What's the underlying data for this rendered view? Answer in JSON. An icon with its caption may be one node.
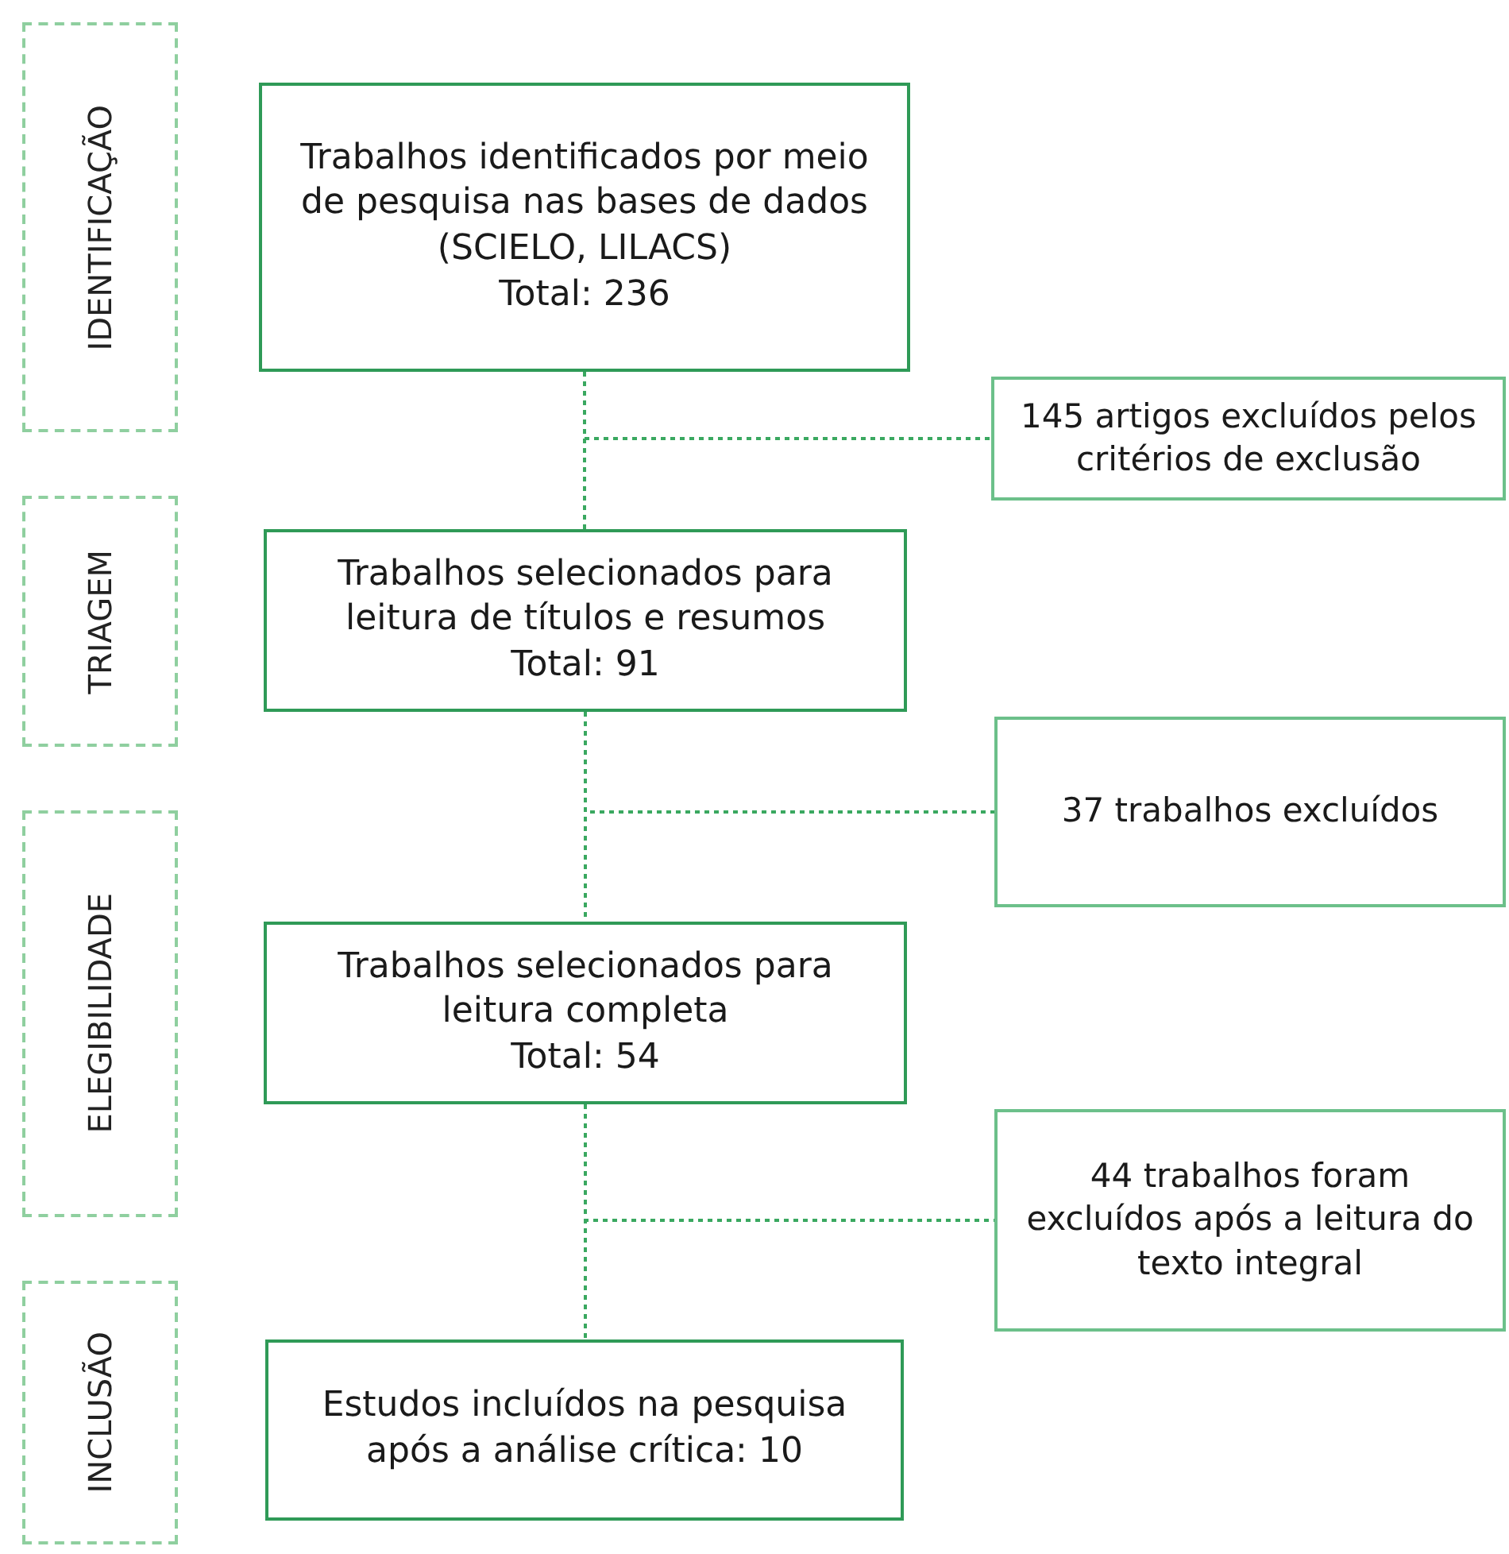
{
  "diagram": {
    "nodes": [
      {
        "text": [
          "IDENTIFICAÇÃO"
        ]
      },
      {
        "text": [
          "Trabalhos identificados por meio de pesquisa nas bases de dados (SCIELO, LILACS)",
          "Total: 236"
        ]
      },
      {
        "text": [
          "145 artigos excluídos pelos critérios de exclusão"
        ]
      },
      {
        "text": [
          "TRIAGEM"
        ]
      },
      {
        "text": [
          "Trabalhos selecionados para leitura de títulos e resumos",
          "Total: 91"
        ]
      },
      {
        "text": [
          "37 trabalhos excluídos"
        ]
      },
      {
        "text": [
          "ELEGIBILIDADE"
        ]
      },
      {
        "text": [
          "Trabalhos selecionados para leitura completa",
          "Total: 54"
        ]
      },
      {
        "text": [
          "44 trabalhos foram excluídos após a leitura do texto integral"
        ]
      },
      {
        "text": [
          "INCLUSÃO"
        ]
      },
      {
        "text": [
          "Estudos incluídos na pesquisa após a análise crítica: 10"
        ]
      }
    ],
    "edges": [
      {
        "from": 1,
        "to": 4,
        "arrow": "none",
        "style": "dashed"
      },
      {
        "from": 1,
        "to": 2,
        "arrow": "none",
        "style": "dashed"
      },
      {
        "from": 4,
        "to": 7,
        "arrow": "none",
        "style": "dashed"
      },
      {
        "from": 4,
        "to": 5,
        "arrow": "none",
        "style": "dashed"
      },
      {
        "from": 7,
        "to": 10,
        "arrow": "none",
        "style": "dashed"
      },
      {
        "from": 7,
        "to": 8,
        "arrow": "none",
        "style": "dashed"
      }
    ]
  }
}
